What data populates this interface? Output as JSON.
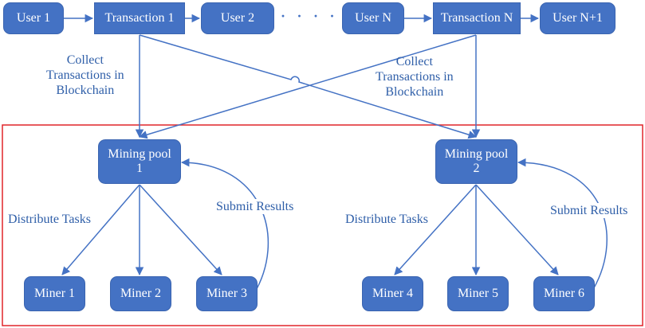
{
  "users": {
    "user1": "User 1",
    "user2": "User 2",
    "userN": "User N",
    "userN1": "User N+1"
  },
  "transactions": {
    "t1": "Transaction 1",
    "tN": "Transaction N"
  },
  "ellipsis": "· · · · · ·",
  "collect_label_left": [
    "Collect",
    "Transactions in",
    "Blockchain"
  ],
  "collect_label_right": [
    "Collect",
    "Transactions in",
    "Blockchain"
  ],
  "pools": {
    "pool1": [
      "Mining pool",
      "1"
    ],
    "pool2": [
      "Mining pool",
      "2"
    ]
  },
  "distribute_label": "Distribute Tasks",
  "submit_label": "Submit Results",
  "miners": [
    "Miner 1",
    "Miner 2",
    "Miner 3",
    "Miner 4",
    "Miner 5",
    "Miner 6"
  ],
  "colors": {
    "node_fill": "#4472c4",
    "arrow": "#4472c4",
    "text": "#2e5ea8",
    "region_border": "#e0252a"
  }
}
